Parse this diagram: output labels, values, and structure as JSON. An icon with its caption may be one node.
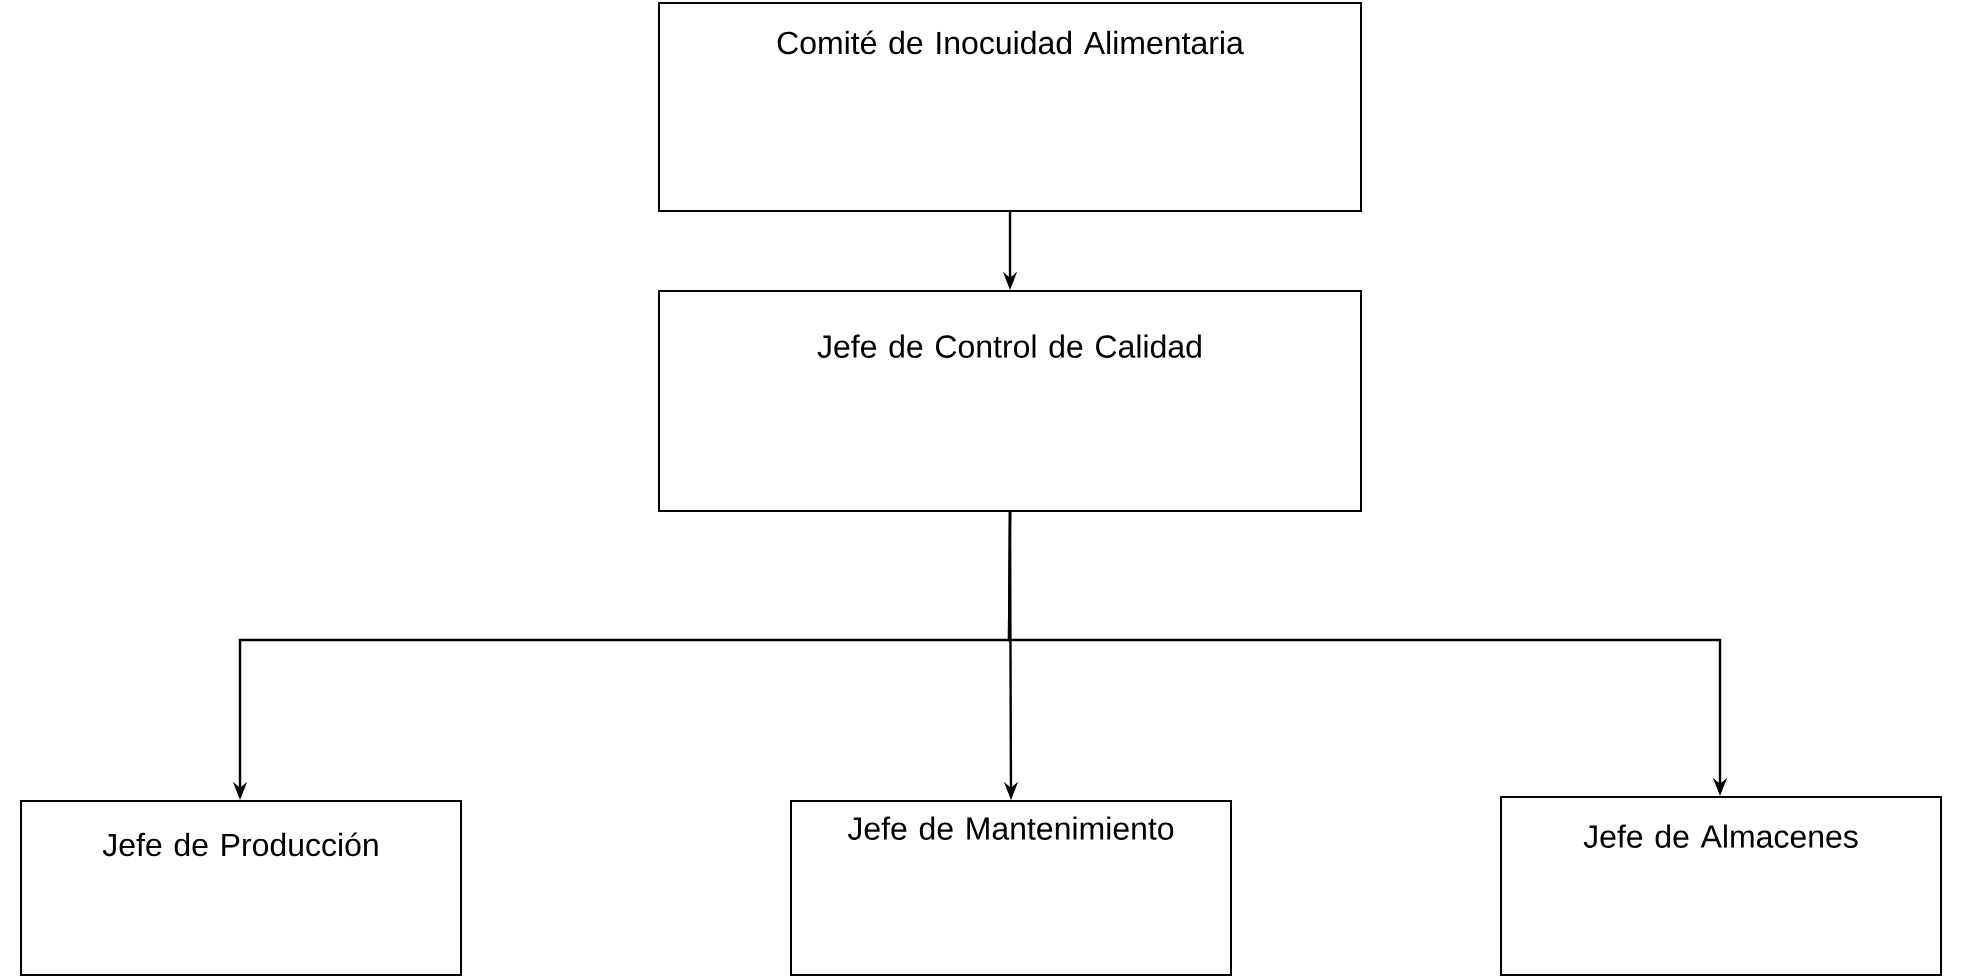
{
  "diagram": {
    "nodes": [
      {
        "text": [
          "Comité de Inocuidad Alimentaria"
        ]
      },
      {
        "text": [
          "Jefe de Control de Calidad"
        ]
      },
      {
        "text": [
          "Jefe de Producción"
        ]
      },
      {
        "text": [
          "Jefe de Mantenimiento"
        ]
      },
      {
        "text": [
          "Jefe de Almacenes"
        ]
      }
    ],
    "edges": [
      {
        "from": 0,
        "to": 1,
        "arrow": "to"
      },
      {
        "from": 1,
        "to": 2,
        "arrow": "to"
      },
      {
        "from": 1,
        "to": 3,
        "arrow": "to"
      },
      {
        "from": 1,
        "to": 4,
        "arrow": "to"
      }
    ]
  }
}
